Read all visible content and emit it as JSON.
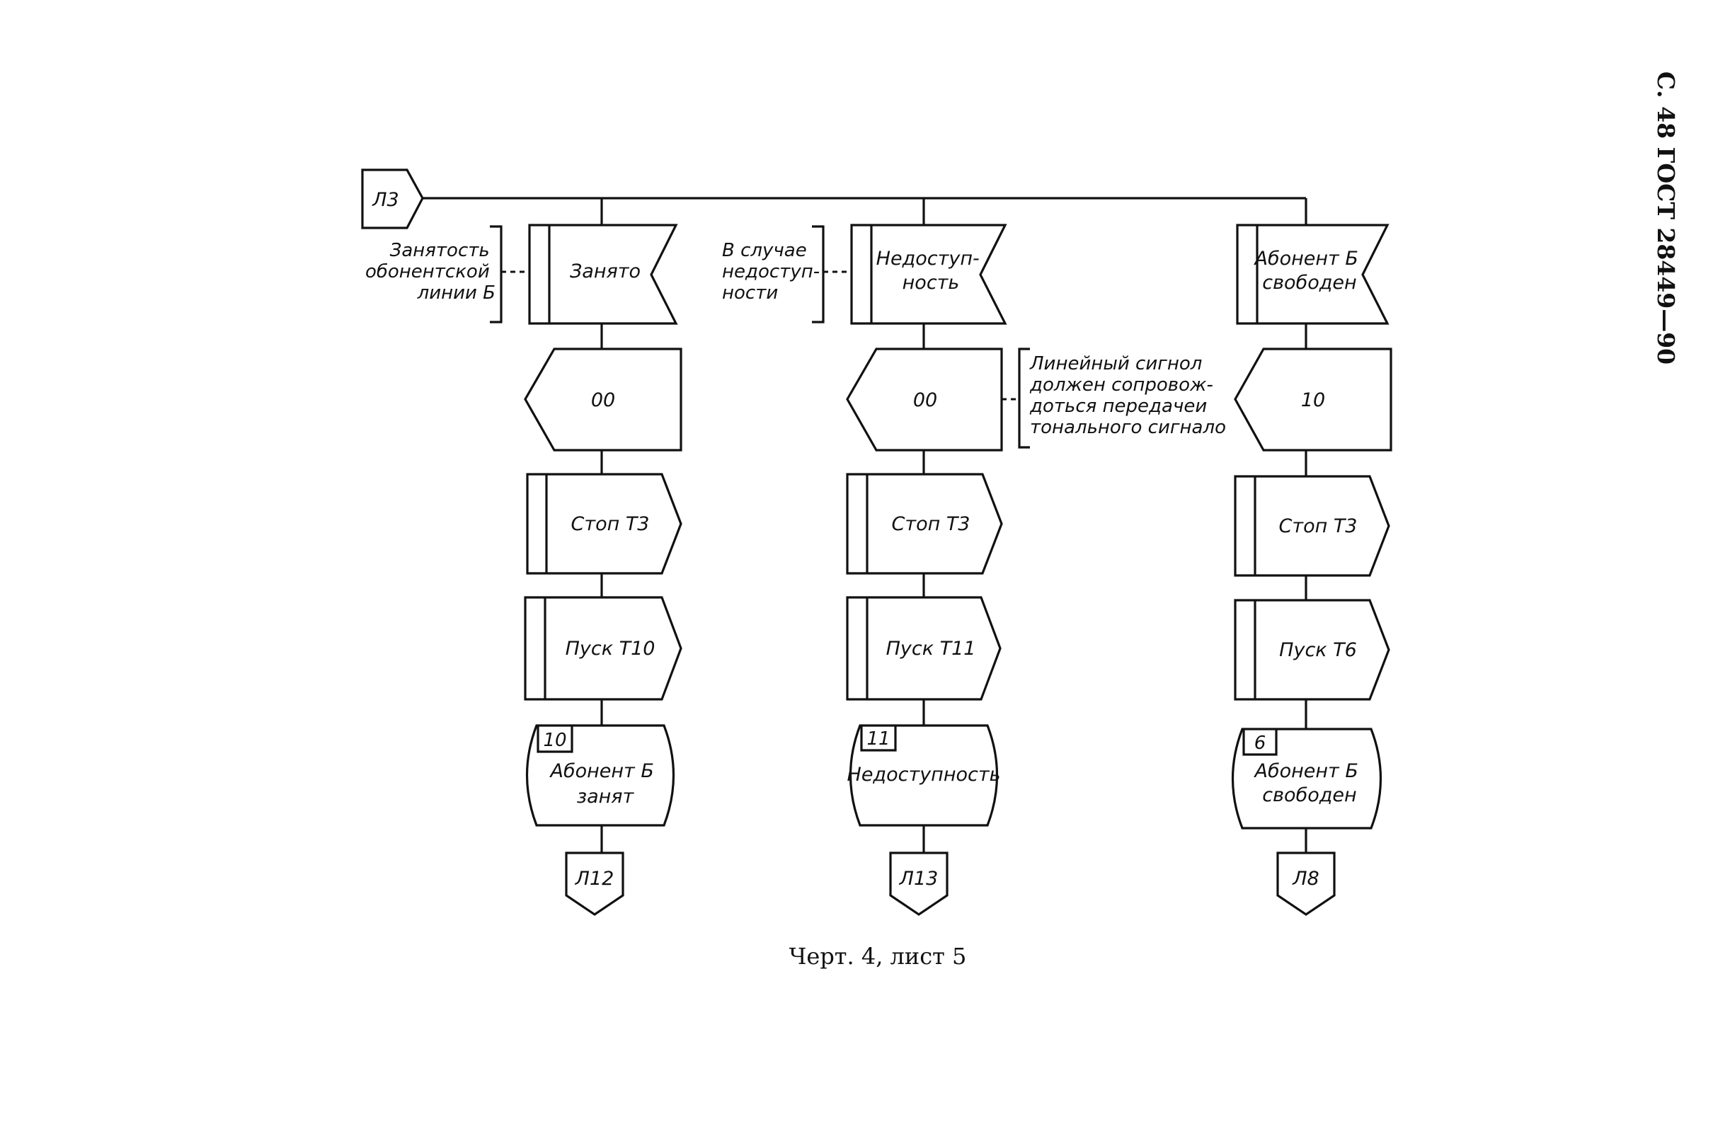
{
  "page_header": "С. 48 ГОСТ 28449—90",
  "caption": "Черт. 4, лист 5",
  "start_connector": "Л3",
  "columns": [
    {
      "input_signal": [
        "Занято"
      ],
      "input_comment": [
        "Занятость",
        "обонентской",
        "линии Б"
      ],
      "output_signal": "00",
      "output_comment": [],
      "task_stop": "Стоп Т3",
      "task_start": "Пуск Т10",
      "state_number": "10",
      "state_label": [
        "Абонент Б",
        "занят"
      ],
      "exit_connector": "Л12"
    },
    {
      "input_signal": [
        "Недоступ-",
        "ность"
      ],
      "input_comment": [
        "В случае",
        "недоступ-",
        "ности"
      ],
      "output_signal": "00",
      "output_comment": [
        "Линейный сигнол",
        "должен сопровож-",
        "доться передачеи",
        "тонального сигнало"
      ],
      "task_stop": "Стоп Т3",
      "task_start": "Пуск Т11",
      "state_number": "11",
      "state_label": [
        "Недоступность"
      ],
      "exit_connector": "Л13"
    },
    {
      "input_signal": [
        "Абонент Б",
        "свободен"
      ],
      "input_comment": [],
      "output_signal": "10",
      "output_comment": [],
      "task_stop": "Стоп Т3",
      "task_start": "Пуск Т6",
      "state_number": "6",
      "state_label": [
        "Абонент Б",
        "свободен"
      ],
      "exit_connector": "Л8"
    }
  ]
}
